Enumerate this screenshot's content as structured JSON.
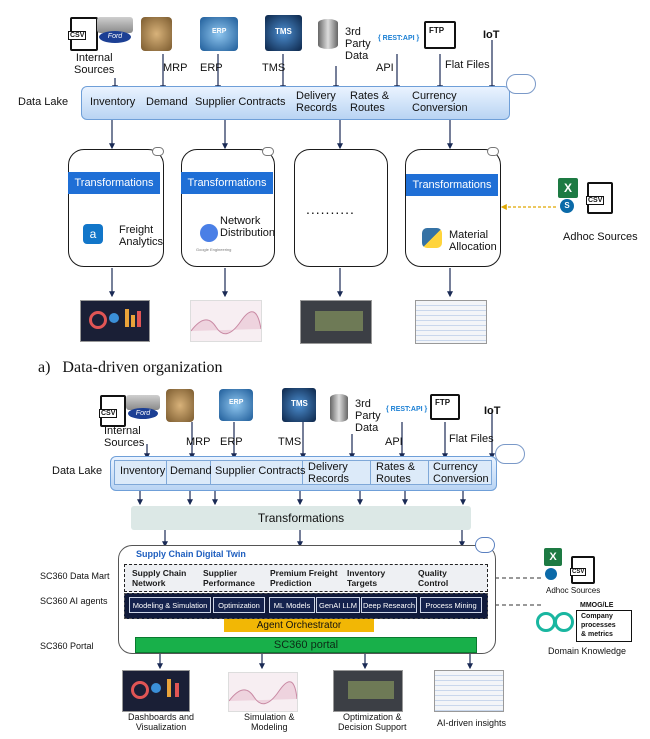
{
  "top": {
    "sources": {
      "internal": "Internal\nSources",
      "mrp": "MRP",
      "erp": "ERP",
      "tms": "TMS",
      "third_party": "3rd\nParty\nData",
      "api": "API",
      "flat_files": "Flat Files",
      "iot": "IoT",
      "csv_badge": "CSV",
      "ford_badge": "Ford",
      "erp_badge": "ERP",
      "tms_badge": "TMS",
      "rest_api_badge": "{ REST:API }",
      "ftp_badge": "FTP"
    },
    "data_lake_label": "Data Lake",
    "lake_segments": [
      "Inventory",
      "Demand",
      "Supplier Contracts",
      "Delivery\nRecords",
      "Rates &\nRoutes",
      "Currency\nConversion"
    ],
    "transformations_label": "Transformations",
    "tools": [
      "Freight\nAnalytics",
      "Network\nDistribution",
      "Material\nAllocation"
    ],
    "tool_sub": "Google Engineering",
    "dots": "..........",
    "adhoc": "Adhoc Sources",
    "xls_badge": "X",
    "sharepoint_badge": "S",
    "caption": "a)   Data-driven organization"
  },
  "bottom": {
    "sources": {
      "internal": "Internal\nSources",
      "mrp": "MRP",
      "erp": "ERP",
      "tms": "TMS",
      "third_party": "3rd\nParty\nData",
      "api": "API",
      "flat_files": "Flat Files",
      "iot": "IoT",
      "csv_badge": "CSV",
      "ford_badge": "Ford",
      "erp_badge": "ERP",
      "tms_badge": "TMS",
      "rest_api_badge": "{ REST:API }",
      "ftp_badge": "FTP"
    },
    "data_lake_label": "Data Lake",
    "lake_segments": [
      "Inventory",
      "Demand",
      "Supplier Contracts",
      "Delivery\nRecords",
      "Rates &\nRoutes",
      "Currency\nConversion"
    ],
    "transformations_label": "Transformations",
    "twin_title": "Supply Chain Digital Twin",
    "row_labels": [
      "SC360 Data Mart",
      "SC360 AI agents",
      "SC360 Portal"
    ],
    "mart_items": [
      "Supply Chain\nNetwork",
      "Supplier\nPerformance",
      "Premium Freight\nPrediction",
      "Inventory\nTargets",
      "Quality\nControl"
    ],
    "agents": [
      "Modeling & Simulation",
      "Optimization",
      "ML Models",
      "GenAI LLM",
      "Deep Research",
      "Process Mining"
    ],
    "orchestrator": "Agent Orchestrator",
    "portal": "SC360 portal",
    "adhoc": "Adhoc Sources",
    "domain_header": "MMOG/LE",
    "domain_box": "Company\nprocesses\n& metrics",
    "domain_knowledge": "Domain Knowledge",
    "outputs": [
      "Dashboards and\nVisualization",
      "Simulation &\nModeling",
      "Optimization &\nDecision Support",
      "AI-driven insights"
    ]
  },
  "colors": {
    "lake_border": "#6f9fd8",
    "transform_blue": "#1f6fd6",
    "orchestrator": "#f2b705",
    "portal": "#18b04a",
    "agents_bg": "#101a3a",
    "twin_title": "#1f5fbf"
  }
}
